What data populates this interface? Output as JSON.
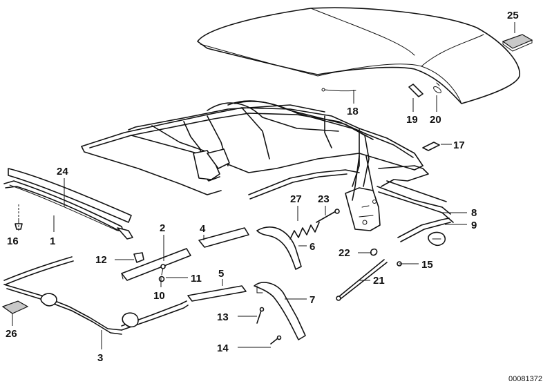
{
  "diagram": {
    "callouts": {
      "c1": "1",
      "c2": "2",
      "c3": "3",
      "c4": "4",
      "c5": "5",
      "c6": "6",
      "c7": "7",
      "c8": "8",
      "c9": "9",
      "c10": "10",
      "c11": "11",
      "c12": "12",
      "c13": "13",
      "c14": "14",
      "c15": "15",
      "c16": "16",
      "c17": "17",
      "c18": "18",
      "c19": "19",
      "c20": "20",
      "c21": "21",
      "c22": "22",
      "c23": "23",
      "c24": "24",
      "c25": "25",
      "c26": "26",
      "c27": "27"
    },
    "drawing_code": "00081372"
  }
}
